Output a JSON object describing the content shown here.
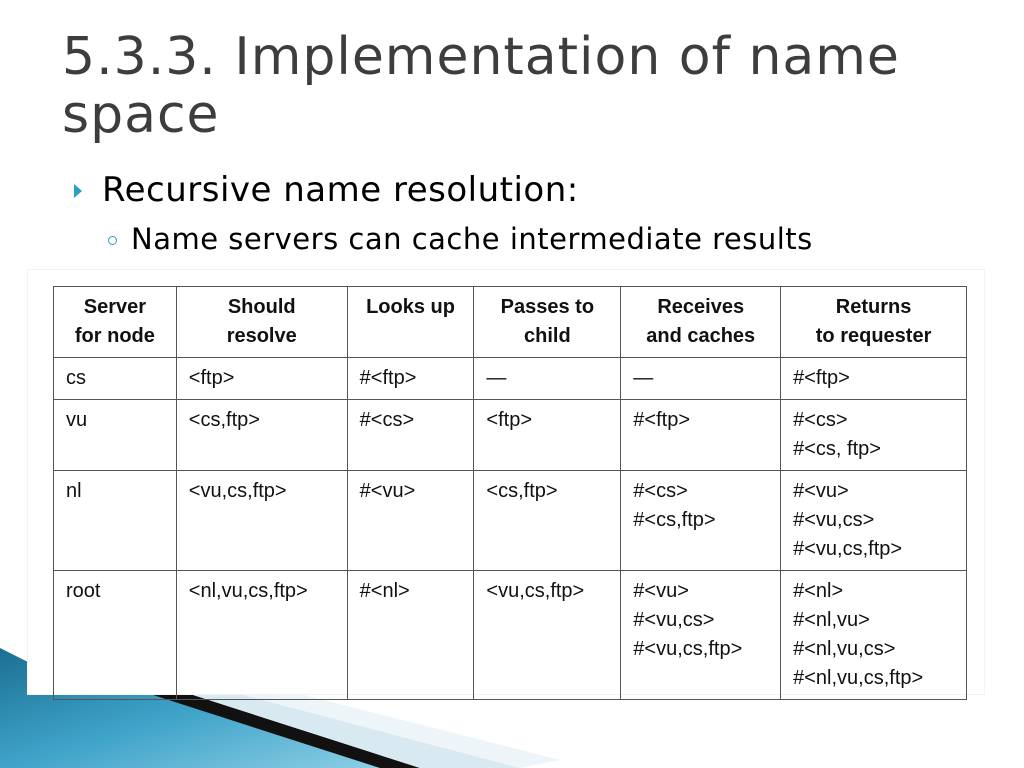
{
  "slide": {
    "title": "5.3.3. Implementation of name space",
    "bullet": "Recursive name resolution:",
    "sub_bullet": "Name servers can cache intermediate results"
  },
  "table": {
    "headers": [
      [
        "Server",
        "for node"
      ],
      [
        "Should",
        "resolve"
      ],
      [
        "Looks up"
      ],
      [
        "Passes to",
        "child"
      ],
      [
        "Receives",
        "and caches"
      ],
      [
        "Returns",
        "to requester"
      ]
    ],
    "rows": [
      {
        "server": "cs",
        "should_resolve": "<ftp>",
        "looks_up": "#<ftp>",
        "passes_to_child": "—",
        "receives_and_caches": [
          "—"
        ],
        "returns": [
          "#<ftp>"
        ]
      },
      {
        "server": "vu",
        "should_resolve": "<cs,ftp>",
        "looks_up": "#<cs>",
        "passes_to_child": "<ftp>",
        "receives_and_caches": [
          "#<ftp>"
        ],
        "returns": [
          "#<cs>",
          "#<cs, ftp>"
        ]
      },
      {
        "server": "nl",
        "should_resolve": "<vu,cs,ftp>",
        "looks_up": "#<vu>",
        "passes_to_child": "<cs,ftp>",
        "receives_and_caches": [
          "#<cs>",
          "#<cs,ftp>"
        ],
        "returns": [
          "#<vu>",
          "#<vu,cs>",
          "#<vu,cs,ftp>"
        ]
      },
      {
        "server": "root",
        "should_resolve": "<nl,vu,cs,ftp>",
        "looks_up": "#<nl>",
        "passes_to_child": "<vu,cs,ftp>",
        "receives_and_caches": [
          "#<vu>",
          "#<vu,cs>",
          "#<vu,cs,ftp>"
        ],
        "returns": [
          "#<nl>",
          "#<nl,vu>",
          "#<nl,vu,cs>",
          "#<nl,vu,cs,ftp>"
        ]
      }
    ]
  },
  "theme": {
    "accent": "#2a9fc3",
    "title_color": "#3d3d3d"
  }
}
